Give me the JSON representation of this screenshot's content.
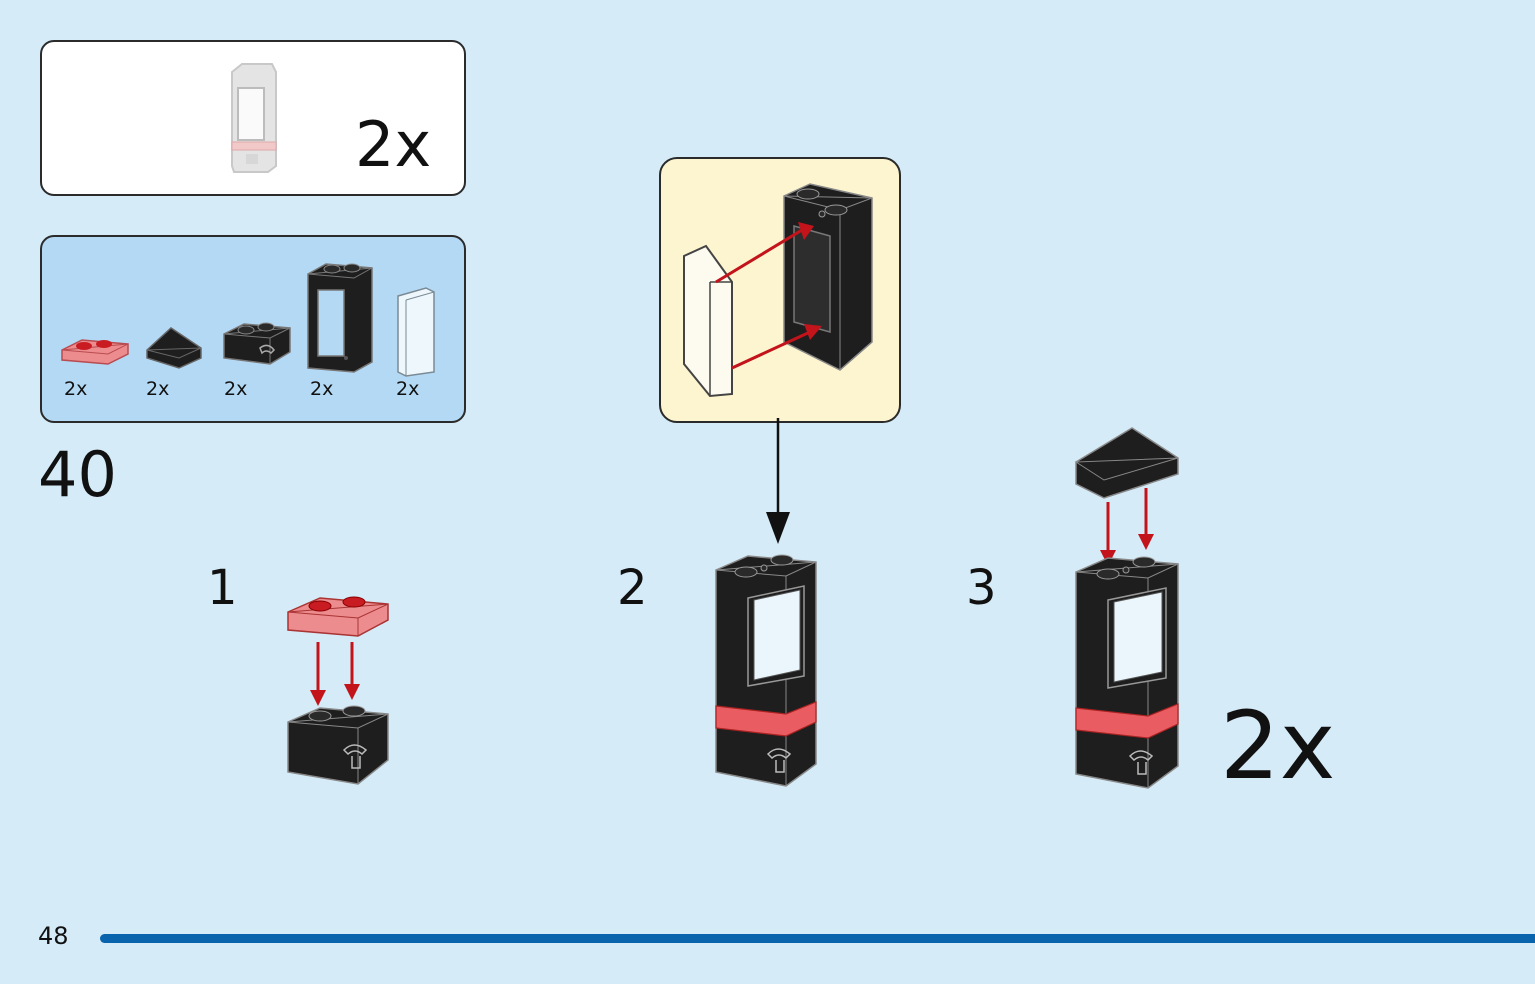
{
  "build_summary": {
    "quantity": "2x",
    "icon": "window-assembly-thumbnail"
  },
  "parts_list": [
    {
      "name": "trans-red-plate-1x2",
      "quantity": "2x",
      "color": "#e7676a"
    },
    {
      "name": "black-slope-1x2",
      "quantity": "2x",
      "color": "#1e1e1e"
    },
    {
      "name": "black-brick-1x2-with-clip",
      "quantity": "2x",
      "color": "#1e1e1e"
    },
    {
      "name": "black-window-frame-1x2x3",
      "quantity": "2x",
      "color": "#1e1e1e"
    },
    {
      "name": "clear-window-glass",
      "quantity": "2x",
      "color": "#eaf6fb"
    }
  ],
  "step": {
    "number": "40",
    "substeps": [
      {
        "number": "1"
      },
      {
        "number": "2"
      },
      {
        "number": "3"
      }
    ],
    "final_quantity": "2x"
  },
  "colors": {
    "page_background": "#d5ebf8",
    "parts_background": "#b4d9f5",
    "callout_background": "#fdf5cf",
    "arrow": "#c3141c",
    "bar": "#0a63ad"
  },
  "page_number": "48"
}
